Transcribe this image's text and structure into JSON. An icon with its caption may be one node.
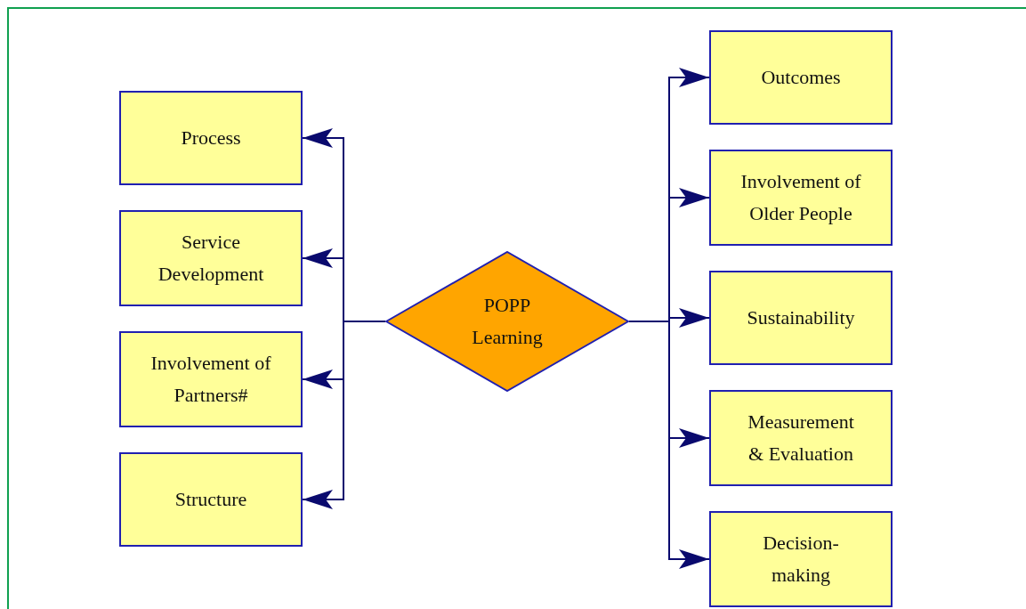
{
  "diagram": {
    "nodes": [
      {
        "text": [
          "POPP Learning"
        ]
      },
      {
        "text": [
          "Process"
        ]
      },
      {
        "text": [
          "Service Development"
        ]
      },
      {
        "text": [
          "Involvement of Partners#"
        ]
      },
      {
        "text": [
          "Structure"
        ]
      },
      {
        "text": [
          "Outcomes"
        ]
      },
      {
        "text": [
          "Involvement of Older People"
        ]
      },
      {
        "text": [
          "Sustainability"
        ]
      },
      {
        "text": [
          "Measurement & Evaluation"
        ]
      },
      {
        "text": [
          "Decision-making"
        ]
      }
    ],
    "edges": [
      {
        "from": 0,
        "to": 1,
        "arrow": "to"
      },
      {
        "from": 0,
        "to": 2,
        "arrow": "to"
      },
      {
        "from": 0,
        "to": 3,
        "arrow": "to"
      },
      {
        "from": 0,
        "to": 4,
        "arrow": "to"
      },
      {
        "from": 0,
        "to": 5,
        "arrow": "to"
      },
      {
        "from": 0,
        "to": 6,
        "arrow": "to"
      },
      {
        "from": 0,
        "to": 7,
        "arrow": "to"
      },
      {
        "from": 0,
        "to": 8,
        "arrow": "to"
      },
      {
        "from": 0,
        "to": 9,
        "arrow": "to"
      }
    ]
  }
}
